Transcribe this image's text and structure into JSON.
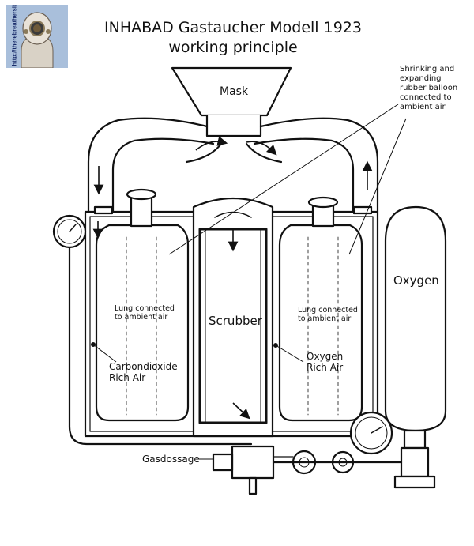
{
  "title_line1": "INHABAD Gastaucher Modell 1923",
  "title_line2": "working principle",
  "logo": {
    "url_text": "http://therebreathersite.nl",
    "icon": "diver-helmet-icon",
    "background": "#a9bfdb"
  },
  "labels": {
    "mask": "Mask",
    "balloon_note": [
      "Shrinking and",
      "expanding",
      "rubber balloon",
      "connected to",
      "ambient air"
    ],
    "oxygen": "Oxygen",
    "scrubber": "Scrubber",
    "lung_left": [
      "Lung connected",
      "to ambient air"
    ],
    "lung_right": [
      "Lung connected",
      "to ambient air"
    ],
    "co2_air": [
      "Carbondioxide",
      "Rich Air"
    ],
    "oxygen_air": [
      "Oxygen",
      "Rich Air"
    ],
    "gasdossage": "Gasdossage"
  },
  "colors": {
    "line": "#111111",
    "logo_bg": "#a9bfdb"
  }
}
